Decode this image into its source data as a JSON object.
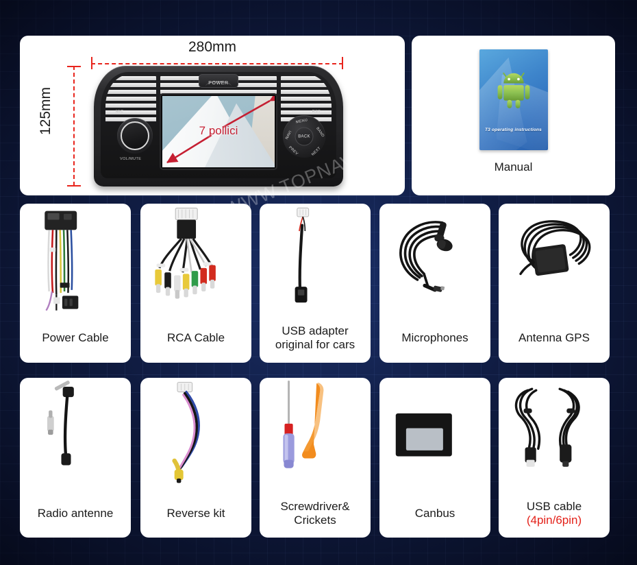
{
  "watermark": "WWW.TOPNAVI.HU",
  "colors": {
    "background_dark": "#0c1531",
    "background_mid": "#1a2a5e",
    "grid_line": "rgba(120,150,210,0.13)",
    "card": "#ffffff",
    "dimension_red": "#e8241c",
    "diagonal_red": "#c51f32",
    "label_text": "#1b1b1b",
    "highlight_red": "#e32119",
    "manual_blue": "#3e85cb",
    "android_green": "#8cc152"
  },
  "hero": {
    "width_dimension": "280mm",
    "height_dimension": "125mm",
    "screen_size_label": "7 pollici",
    "unit": {
      "power_knob_label": "POWER",
      "mic_label": "MIC",
      "volume_label": "VOL/MUTE",
      "reset_label": "RST",
      "pad_center_label": "BACK",
      "pad_buttons": [
        {
          "name": "navi",
          "label": "NAVI"
        },
        {
          "name": "menu",
          "label": "MENU"
        },
        {
          "name": "band",
          "label": "BAND"
        },
        {
          "name": "prev",
          "label": "PREV"
        },
        {
          "name": "next",
          "label": "NEXT"
        }
      ]
    }
  },
  "manual": {
    "label": "Manual",
    "cover_title": "T3 operating instructions"
  },
  "accessories": [
    {
      "name": "power-cable",
      "label": "Power Cable",
      "sub": ""
    },
    {
      "name": "rca-cable",
      "label": "RCA Cable",
      "sub": ""
    },
    {
      "name": "usb-adapter",
      "label": "USB adapter",
      "line2": "original for cars",
      "sub": ""
    },
    {
      "name": "microphones",
      "label": "Microphones",
      "sub": ""
    },
    {
      "name": "antenna-gps",
      "label": "Antenna GPS",
      "sub": ""
    },
    {
      "name": "radio-antenne",
      "label": "Radio antenne",
      "sub": ""
    },
    {
      "name": "reverse-kit",
      "label": "Reverse kit",
      "sub": ""
    },
    {
      "name": "screwdriver",
      "label": "Screwdriver&",
      "line2": "Crickets",
      "sub": ""
    },
    {
      "name": "canbus",
      "label": "Canbus",
      "sub": ""
    },
    {
      "name": "usb-cable",
      "label": "USB cable",
      "sub": "(4pin/6pin)"
    }
  ]
}
